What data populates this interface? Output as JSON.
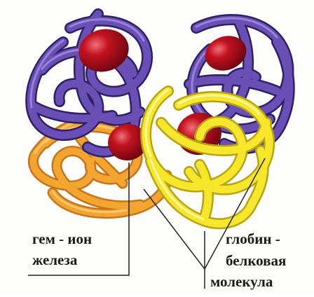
{
  "labels": {
    "heme_line1": "гем - ион",
    "heme_line2": "железа",
    "globin_line1": "глобин -",
    "globin_line2": "белковая",
    "globin_line3": "молекула"
  },
  "colors": {
    "purple_chain": "#6a4fb4",
    "purple_chain_dark": "#3f2d86",
    "orange_chain": "#f3a531",
    "orange_chain_dark": "#cf7d1a",
    "yellow_chain": "#f6e62c",
    "yellow_chain_dark": "#d4c21c",
    "heme": "#c3121f",
    "heme_dark": "#7d0712",
    "pointer_line": "#222222"
  }
}
